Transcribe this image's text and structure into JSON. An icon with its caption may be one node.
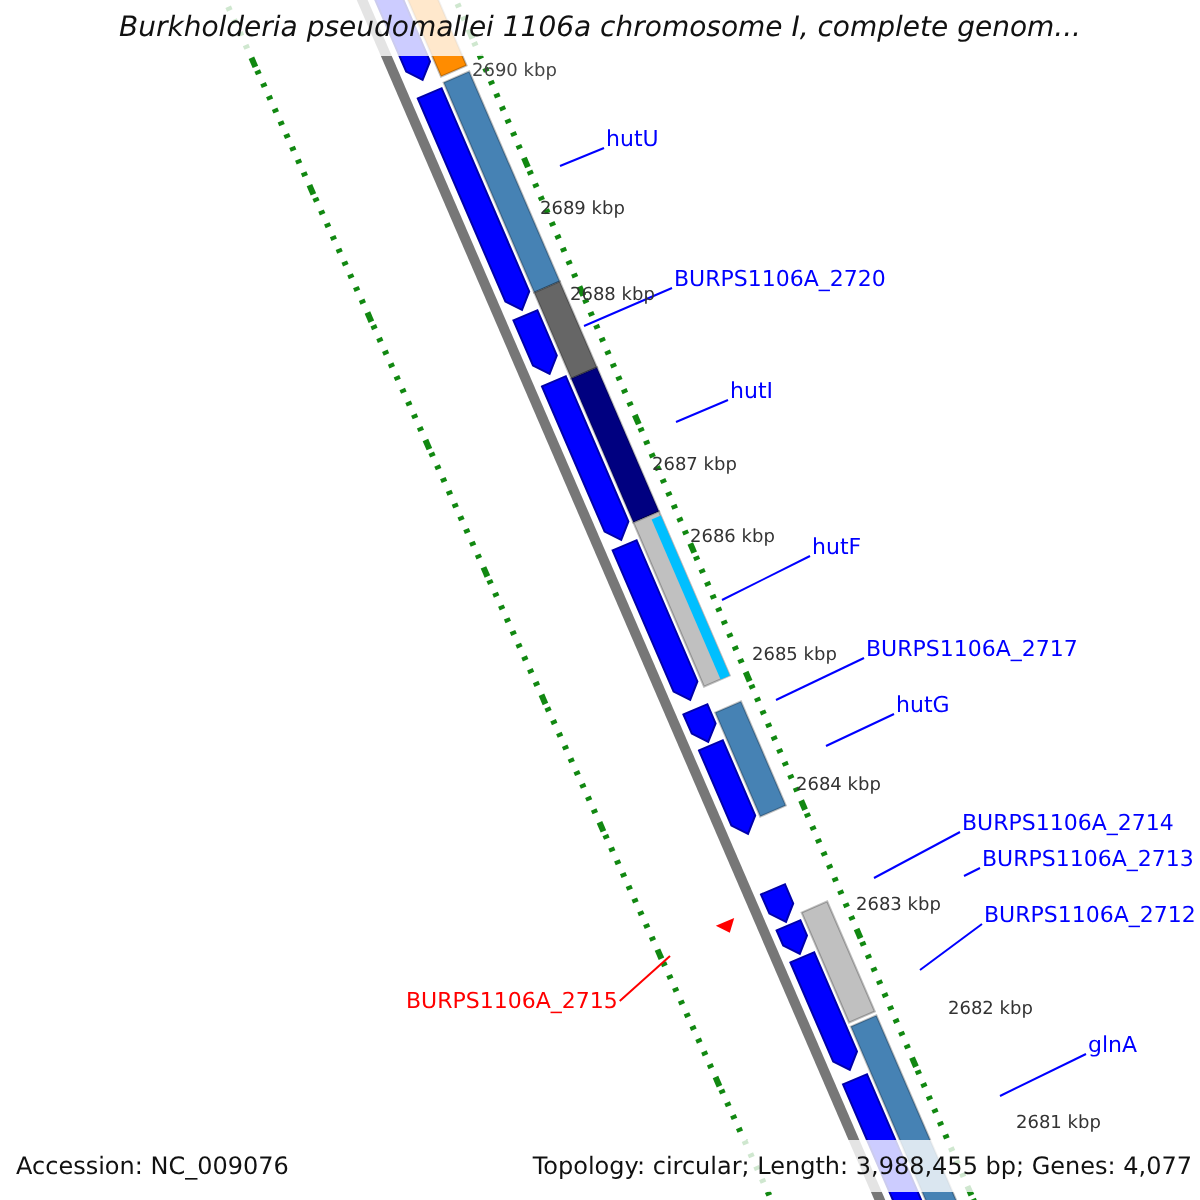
{
  "diagram": {
    "title": "Burkholderia pseudomallei 1106a chromosome I, complete genom...",
    "nodes": [
      {
        "text": [
          "hutU"
        ]
      },
      {
        "text": [
          "BURPS1106A_2720"
        ]
      },
      {
        "text": [
          "hutI"
        ]
      },
      {
        "text": [
          "hutF"
        ]
      },
      {
        "text": [
          "BURPS1106A_2717"
        ]
      },
      {
        "text": [
          "hutG"
        ]
      },
      {
        "text": [
          "BURPS1106A_2714"
        ]
      },
      {
        "text": [
          "BURPS1106A_2713"
        ]
      },
      {
        "text": [
          "BURPS1106A_2712"
        ]
      },
      {
        "text": [
          "BURPS1106A_2715"
        ]
      },
      {
        "text": [
          "glnA"
        ]
      }
    ],
    "edges": [
      {
        "from": 0,
        "to": null,
        "arrow": "none"
      },
      {
        "from": 1,
        "to": null,
        "arrow": "none"
      },
      {
        "from": 2,
        "to": null,
        "arrow": "none"
      },
      {
        "from": 3,
        "to": null,
        "arrow": "none"
      },
      {
        "from": 4,
        "to": null,
        "arrow": "none"
      },
      {
        "from": 5,
        "to": null,
        "arrow": "none"
      },
      {
        "from": 6,
        "to": null,
        "arrow": "none"
      },
      {
        "from": 7,
        "to": null,
        "arrow": "none"
      },
      {
        "from": 8,
        "to": null,
        "arrow": "none"
      },
      {
        "from": 9,
        "to": null,
        "arrow": "none",
        "color": "#ff0000"
      },
      {
        "from": 10,
        "to": null,
        "arrow": "none"
      }
    ],
    "labels": [
      "2690 kbp",
      "2689 kbp",
      "2688 kbp",
      "2687 kbp",
      "2686 kbp",
      "2685 kbp",
      "2684 kbp",
      "2683 kbp",
      "2682 kbp",
      "2681 kbp",
      "Accession: NC_009076",
      "Topology: circular; Length: 3,988,455 bp; Genes: 4,077"
    ]
  }
}
